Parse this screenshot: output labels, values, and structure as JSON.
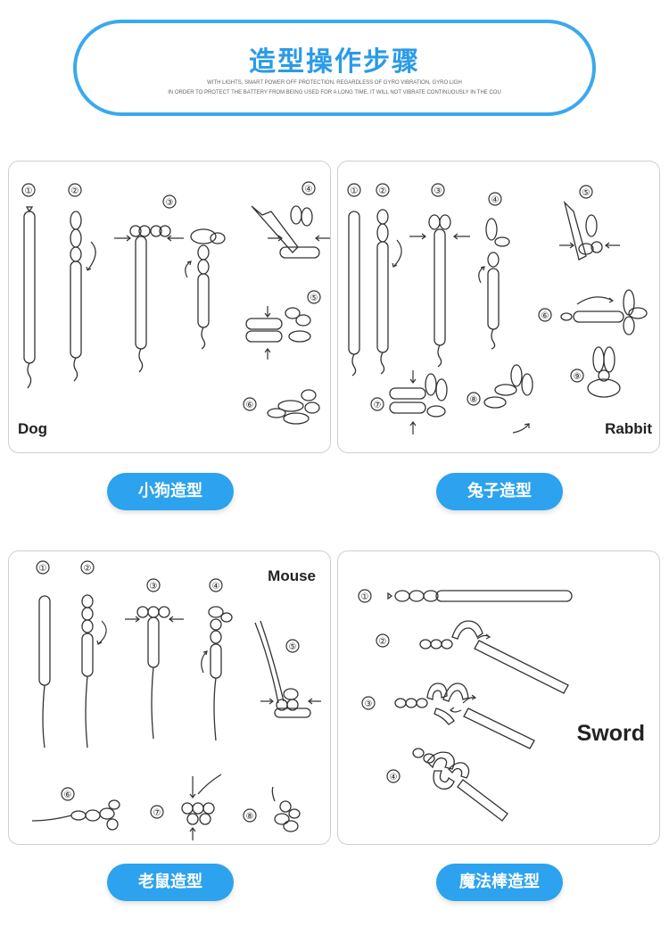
{
  "header": {
    "title": "造型操作步骤",
    "subtitle_line1": "WITH LIGHTS, SMART POWER OFF PROTECTION, REGARDLESS OF GYRO VIBRATION, GYRO LIGH",
    "subtitle_line2": "IN ORDER TO PROTECT THE BATTERY FROM BEING USED FOR A LONG TIME, IT WILL NOT VIBRATE CONTINUOUSLY IN THE COU"
  },
  "panels": {
    "dog": {
      "label": "Dog",
      "caption": "小狗造型"
    },
    "rabbit": {
      "label": "Rabbit",
      "caption": "兔子造型"
    },
    "mouse": {
      "label": "Mouse",
      "caption": "老鼠造型"
    },
    "sword": {
      "label": "Sword",
      "caption": "魔法棒造型"
    }
  },
  "colors": {
    "accent": "#2da2ee",
    "border": "#3aa9ee",
    "line": "#333333"
  },
  "step_numbers": {
    "dog": [
      "①",
      "②",
      "③",
      "④",
      "⑤",
      "⑥"
    ],
    "rabbit": [
      "①",
      "②",
      "③",
      "④",
      "⑤",
      "⑥",
      "⑦",
      "⑧",
      "⑨"
    ],
    "mouse": [
      "①",
      "②",
      "③",
      "④",
      "⑤",
      "⑥",
      "⑦",
      "⑧"
    ],
    "sword": [
      "①",
      "②",
      "③",
      "④"
    ]
  }
}
